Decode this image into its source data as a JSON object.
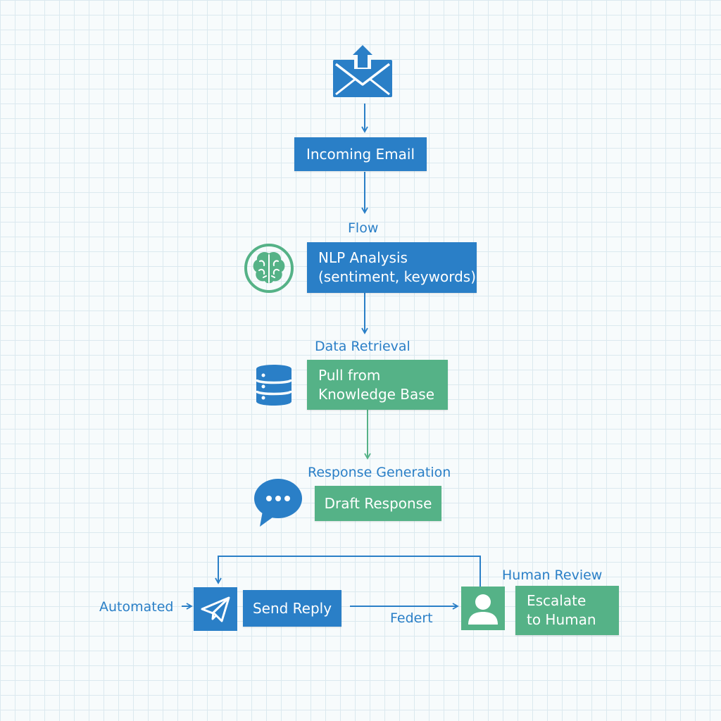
{
  "nodes": {
    "incoming": {
      "label": "Incoming Email"
    },
    "nlp": {
      "line1": "NLP Analysis",
      "line2": "(sentiment, keywords)"
    },
    "pull": {
      "line1": "Pull from",
      "line2": "Knowledge Base"
    },
    "draft": {
      "label": "Draft Response"
    },
    "send": {
      "label": "Send Reply"
    },
    "escalate": {
      "line1": "Escalate",
      "line2": "to Human"
    }
  },
  "labels": {
    "flow": "Flow",
    "data_retrieval": "Data Retrieval",
    "response_generation": "Response Generation",
    "automated": "Automated",
    "human_review": "Human Review",
    "federt": "Federt"
  },
  "icons": {
    "email": "envelope-upload-icon",
    "brain": "brain-icon",
    "database": "database-icon",
    "chat": "chat-bubble-icon",
    "send": "paper-plane-icon",
    "user": "user-icon"
  },
  "colors": {
    "blue": "#2a7fc7",
    "green": "#55b287",
    "grid": "#dbe9ef"
  }
}
